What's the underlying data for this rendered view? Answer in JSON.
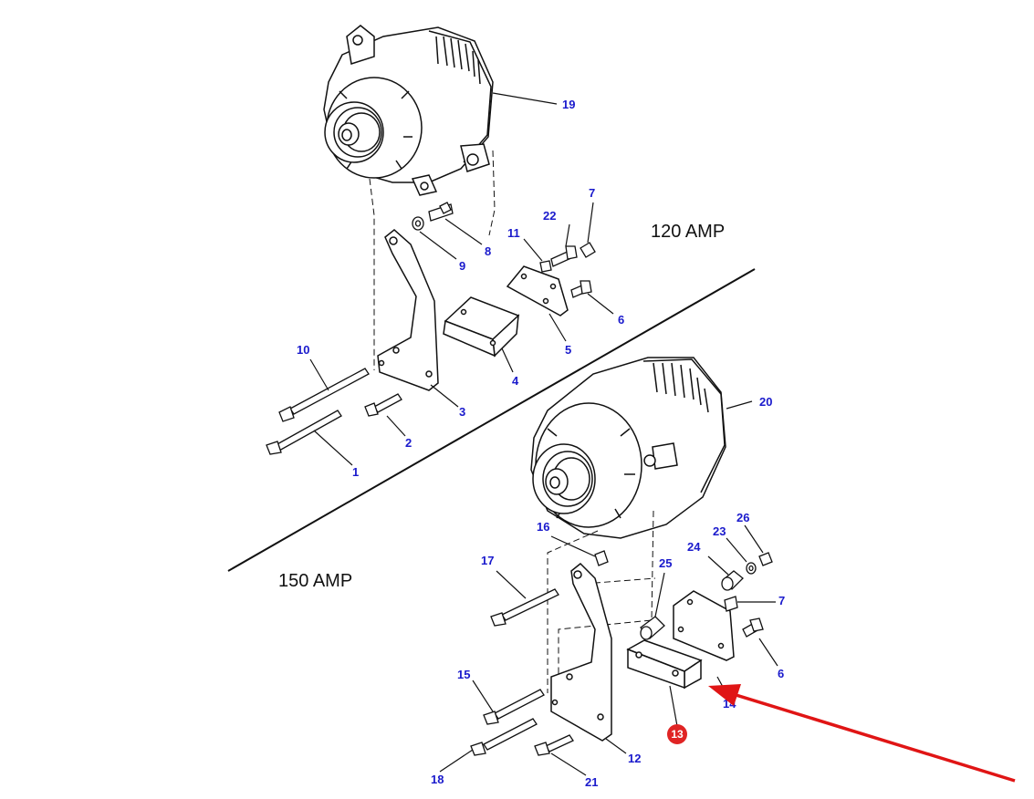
{
  "sections": {
    "top": "120 AMP",
    "bottom": "150 AMP"
  },
  "parts": [
    {
      "id": "p1",
      "label": "1"
    },
    {
      "id": "p2",
      "label": "2"
    },
    {
      "id": "p3",
      "label": "3"
    },
    {
      "id": "p4",
      "label": "4"
    },
    {
      "id": "p5",
      "label": "5"
    },
    {
      "id": "p6a",
      "label": "6"
    },
    {
      "id": "p7a",
      "label": "7"
    },
    {
      "id": "p8",
      "label": "8"
    },
    {
      "id": "p9",
      "label": "9"
    },
    {
      "id": "p10",
      "label": "10"
    },
    {
      "id": "p11",
      "label": "11"
    },
    {
      "id": "p22",
      "label": "22"
    },
    {
      "id": "p19",
      "label": "19"
    },
    {
      "id": "p20",
      "label": "20"
    },
    {
      "id": "p16",
      "label": "16"
    },
    {
      "id": "p17",
      "label": "17"
    },
    {
      "id": "p15",
      "label": "15"
    },
    {
      "id": "p18",
      "label": "18"
    },
    {
      "id": "p21",
      "label": "21"
    },
    {
      "id": "p12",
      "label": "12"
    },
    {
      "id": "p14",
      "label": "14"
    },
    {
      "id": "p25",
      "label": "25"
    },
    {
      "id": "p24",
      "label": "24"
    },
    {
      "id": "p23",
      "label": "23"
    },
    {
      "id": "p26",
      "label": "26"
    },
    {
      "id": "p7b",
      "label": "7"
    },
    {
      "id": "p6b",
      "label": "6"
    }
  ],
  "highlight": {
    "label": "13"
  },
  "colors": {
    "label": "#1a1acc",
    "line": "#111111",
    "highlight": "#e02424",
    "arrow": "#e01515"
  }
}
